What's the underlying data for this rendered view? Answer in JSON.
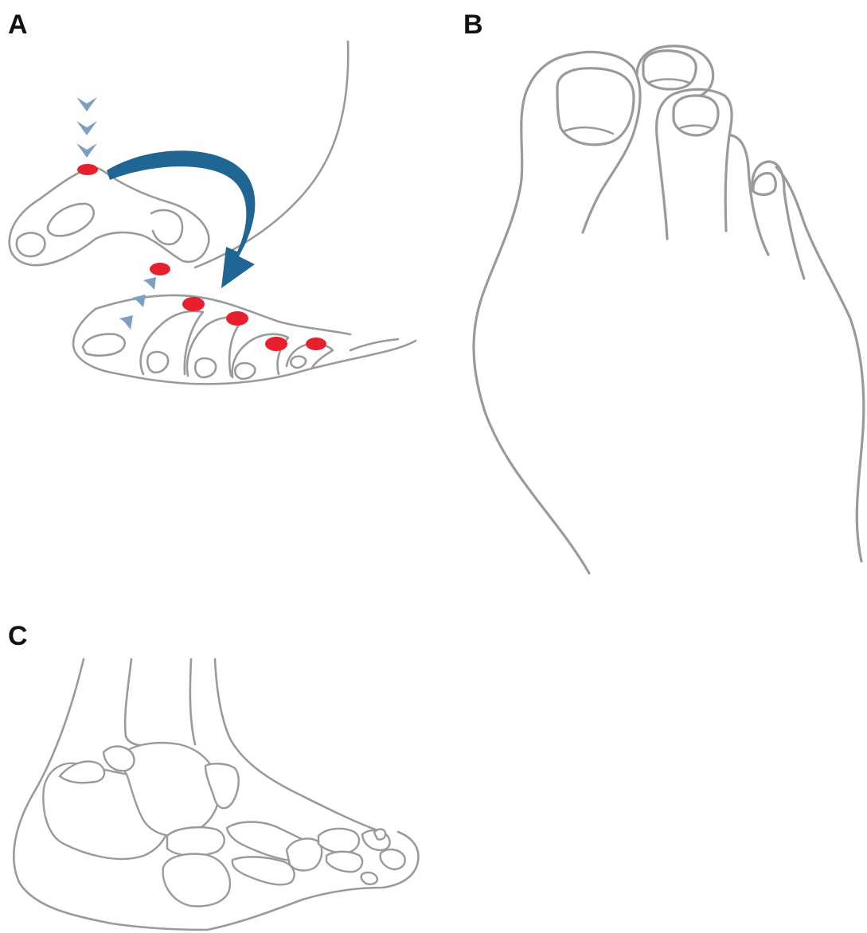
{
  "figure": {
    "panels": [
      {
        "id": "A",
        "label": "A"
      },
      {
        "id": "B",
        "label": "B"
      },
      {
        "id": "C",
        "label": "C"
      }
    ],
    "colors": {
      "outline": "#9a9a9a",
      "pressure_spot": "#e8202e",
      "arrow": "#1f6694",
      "chevron": "#7f9fc0",
      "label": "#111111"
    }
  }
}
